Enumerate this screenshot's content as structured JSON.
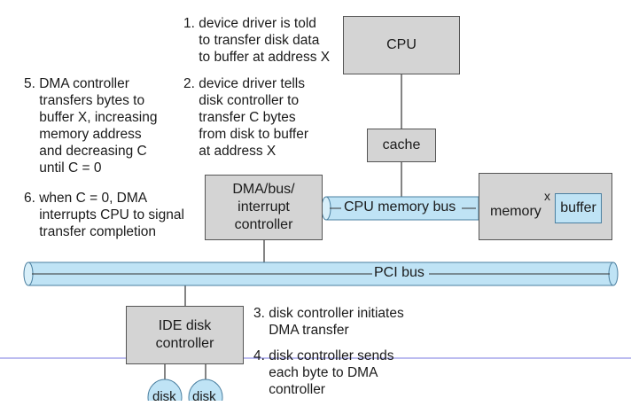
{
  "steps": {
    "s1": "1. device driver is told\n    to transfer disk data\n    to buffer at address X",
    "s2": "2. device driver tells\n    disk controller to\n    transfer C bytes\n    from disk to buffer\n    at address X",
    "s3": "3. disk controller initiates\n    DMA transfer",
    "s4": "4. disk controller sends\n    each byte to DMA\n    controller",
    "s5": "5. DMA controller\n    transfers bytes to\n    buffer X, increasing\n    memory address\n    and decreasing C\n    until C = 0",
    "s6": "6. when C = 0, DMA\n    interrupts CPU to signal\n    transfer completion"
  },
  "components": {
    "cpu": "CPU",
    "cache": "cache",
    "dma": "DMA/bus/\ninterrupt\ncontroller",
    "memory": "memory",
    "buffer": "buffer",
    "x_mark": "x",
    "ide": "IDE disk\ncontroller",
    "disk1": "disk",
    "disk2": "disk"
  },
  "buses": {
    "cpu_bus": "CPU memory bus",
    "pci_bus": "PCI bus"
  },
  "colors": {
    "box_fill": "#d4d4d4",
    "bus_fill": "#bfe3f5",
    "bus_stroke": "#4a7fa0",
    "disk_fill": "#bfe3f5",
    "guide_line": "#7a7ae0"
  }
}
